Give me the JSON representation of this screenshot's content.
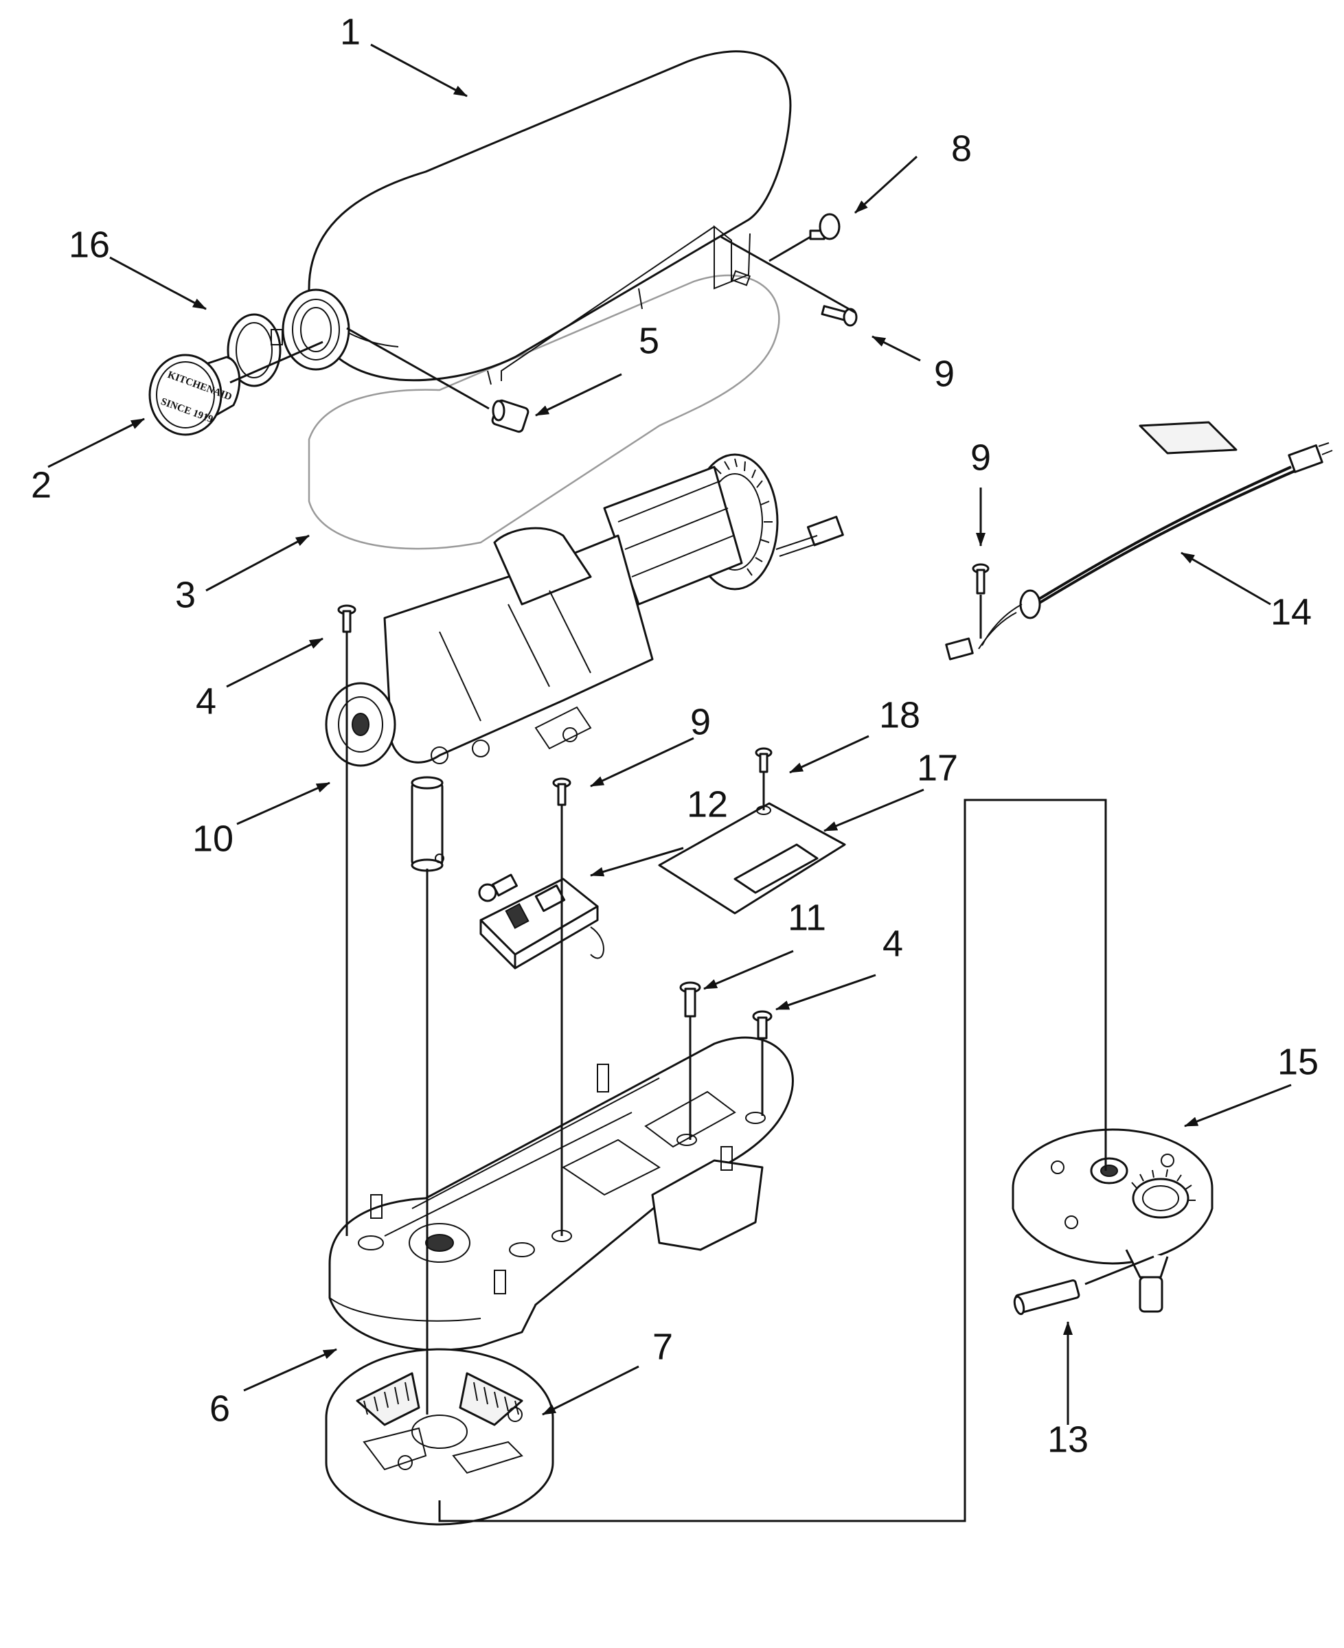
{
  "diagram": {
    "callouts": [
      {
        "id": "c1",
        "number": "1"
      },
      {
        "id": "c2",
        "number": "2"
      },
      {
        "id": "c3",
        "number": "3"
      },
      {
        "id": "c4a",
        "number": "4"
      },
      {
        "id": "c4b",
        "number": "4"
      },
      {
        "id": "c5",
        "number": "5"
      },
      {
        "id": "c6",
        "number": "6"
      },
      {
        "id": "c7",
        "number": "7"
      },
      {
        "id": "c8",
        "number": "8"
      },
      {
        "id": "c9a",
        "number": "9"
      },
      {
        "id": "c9b",
        "number": "9"
      },
      {
        "id": "c9c",
        "number": "9"
      },
      {
        "id": "c10",
        "number": "10"
      },
      {
        "id": "c11",
        "number": "11"
      },
      {
        "id": "c12",
        "number": "12"
      },
      {
        "id": "c13",
        "number": "13"
      },
      {
        "id": "c14",
        "number": "14"
      },
      {
        "id": "c15",
        "number": "15"
      },
      {
        "id": "c16",
        "number": "16"
      },
      {
        "id": "c17",
        "number": "17"
      },
      {
        "id": "c18",
        "number": "18"
      }
    ],
    "knob_brand_text": "KITCHENAID",
    "knob_since_text": "SINCE 1919"
  }
}
